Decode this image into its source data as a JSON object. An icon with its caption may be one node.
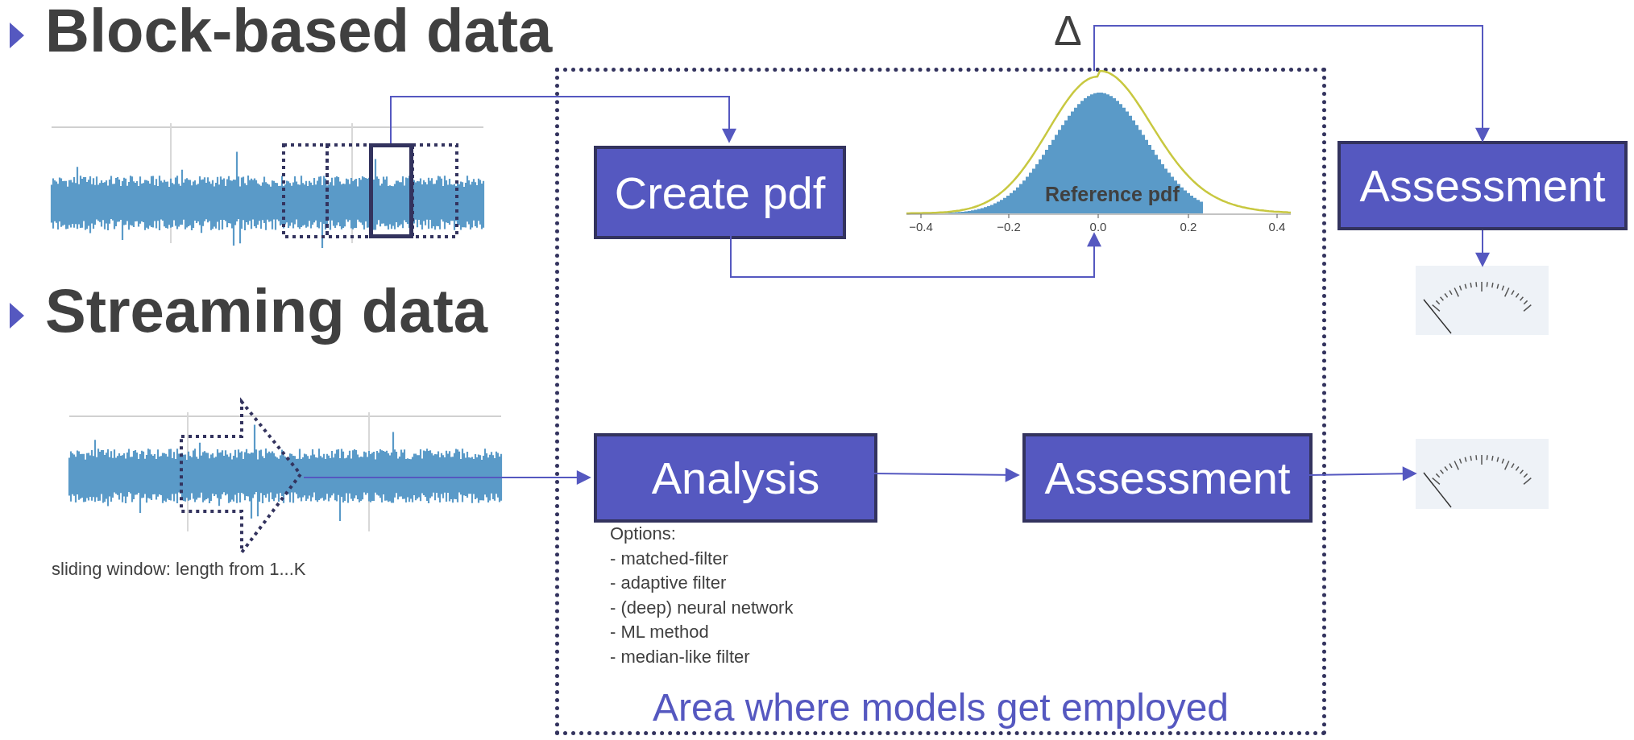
{
  "diagram": {
    "nodes": [
      {
        "text": [
          "Area where models get employed"
        ]
      },
      {
        "text": [],
        "shape": "box"
      },
      {
        "text": [
          "Create pdf"
        ],
        "in": 0
      },
      {
        "text": [
          "Reference pdf"
        ],
        "in": 0,
        "beside": [
          "−0.4",
          "−0.2",
          "0.0",
          "0.2",
          "0.4"
        ]
      },
      {
        "text": [
          "Assessment"
        ]
      },
      {
        "text": [],
        "shape": "picture"
      },
      {
        "text": [],
        "shape": "arrow",
        "beside": [
          "sliding window: length from 1...K"
        ]
      },
      {
        "text": [
          "Analysis"
        ],
        "in": 0,
        "beside": [
          "Options:",
          "- matched-filter",
          "- adaptive filter",
          "- (deep) neural network",
          "- ML method",
          "- median-like filter"
        ]
      },
      {
        "text": [
          "Assessment"
        ],
        "in": 0
      },
      {
        "text": [],
        "shape": "picture"
      }
    ],
    "edges": [
      {
        "from": 1,
        "to": 2,
        "arrow": "to"
      },
      {
        "from": 2,
        "to": 3,
        "arrow": "to"
      },
      {
        "from": 3,
        "to": 4,
        "arrow": "to",
        "label": "Δ"
      },
      {
        "from": 4,
        "to": 5,
        "arrow": "to"
      },
      {
        "from": 6,
        "to": 7,
        "arrow": "to"
      },
      {
        "from": 7,
        "to": 8,
        "arrow": "to"
      },
      {
        "from": 8,
        "to": 9,
        "arrow": "to"
      }
    ],
    "labels": [
      "Block-based data",
      "Streaming data"
    ]
  }
}
